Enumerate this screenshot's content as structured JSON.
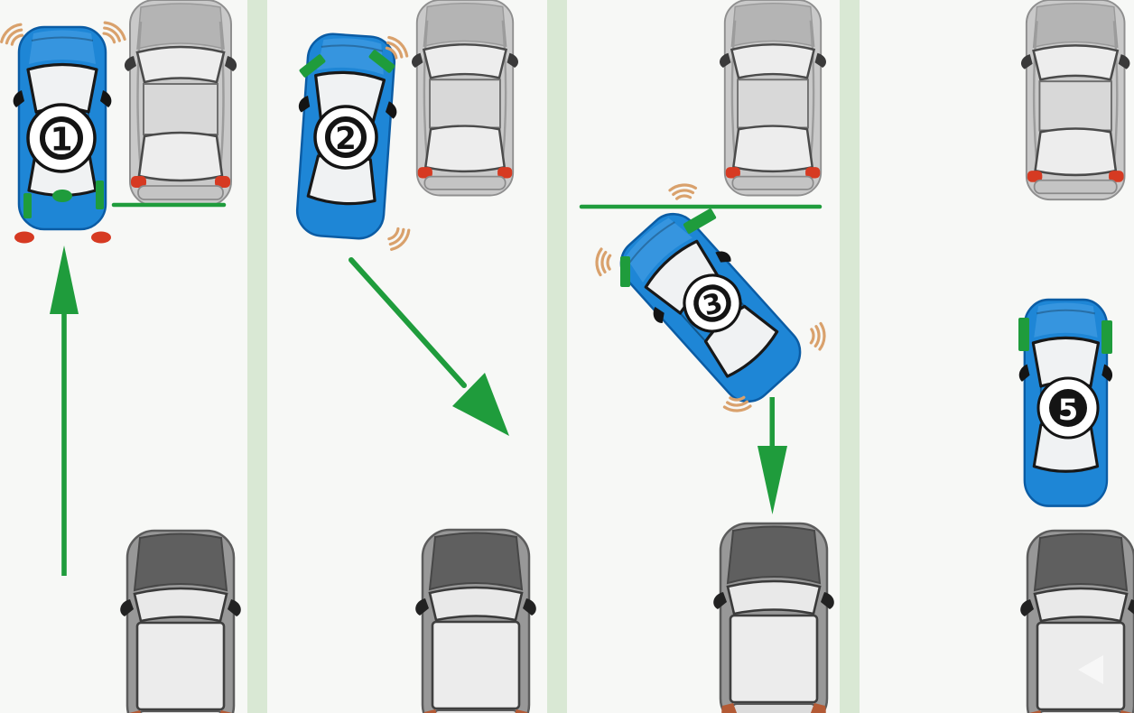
{
  "colors": {
    "background": "#f7f8f6",
    "lane_divider": "#d9e8d4",
    "car_blue": "#1e86d6",
    "car_blue_dark": "#0b5ca4",
    "car_blue_light": "#4aa3e8",
    "car_gray_light": "#c9c9c9",
    "car_gray_mid": "#b4b4b4",
    "car_gray_dark": "#989898",
    "hood_dark": "#5f5f5f",
    "glass_white": "#f0f2f3",
    "accent_green": "#1f9c3c",
    "sensor_orange": "#d9a16c",
    "tail_red": "#d63a22",
    "bumper_rust": "#b35a35",
    "badge_ink": "#141414"
  },
  "diagram": {
    "type": "parallel-parking-steps-top-view",
    "lanes": 4,
    "panels": [
      {
        "step": "1",
        "ego_car": "blue-car",
        "elements": [
          "gray-car-parked-front",
          "gray-car-parked-rear",
          "curb-alignment-line",
          "up-arrow",
          "sensor-arcs",
          "side-markers",
          "brake-light-ovals"
        ]
      },
      {
        "step": "2",
        "ego_car": "blue-car",
        "elements": [
          "gray-car-parked-front",
          "gray-car-parked-rear",
          "diagonal-down-right-arrow",
          "sensor-arcs",
          "mirror-chevron-markers"
        ]
      },
      {
        "step": "3",
        "ego_car": "blue-car-angled",
        "elements": [
          "gray-car-parked-front",
          "gray-car-parked-rear",
          "curb-alignment-line",
          "down-arrow",
          "sensor-arcs",
          "side-markers"
        ]
      },
      {
        "step": "5",
        "ego_car": "blue-car-parked",
        "elements": [
          "gray-car-parked-front",
          "gray-car-parked-rear",
          "side-markers"
        ]
      }
    ],
    "watermark": "play-triangle"
  }
}
